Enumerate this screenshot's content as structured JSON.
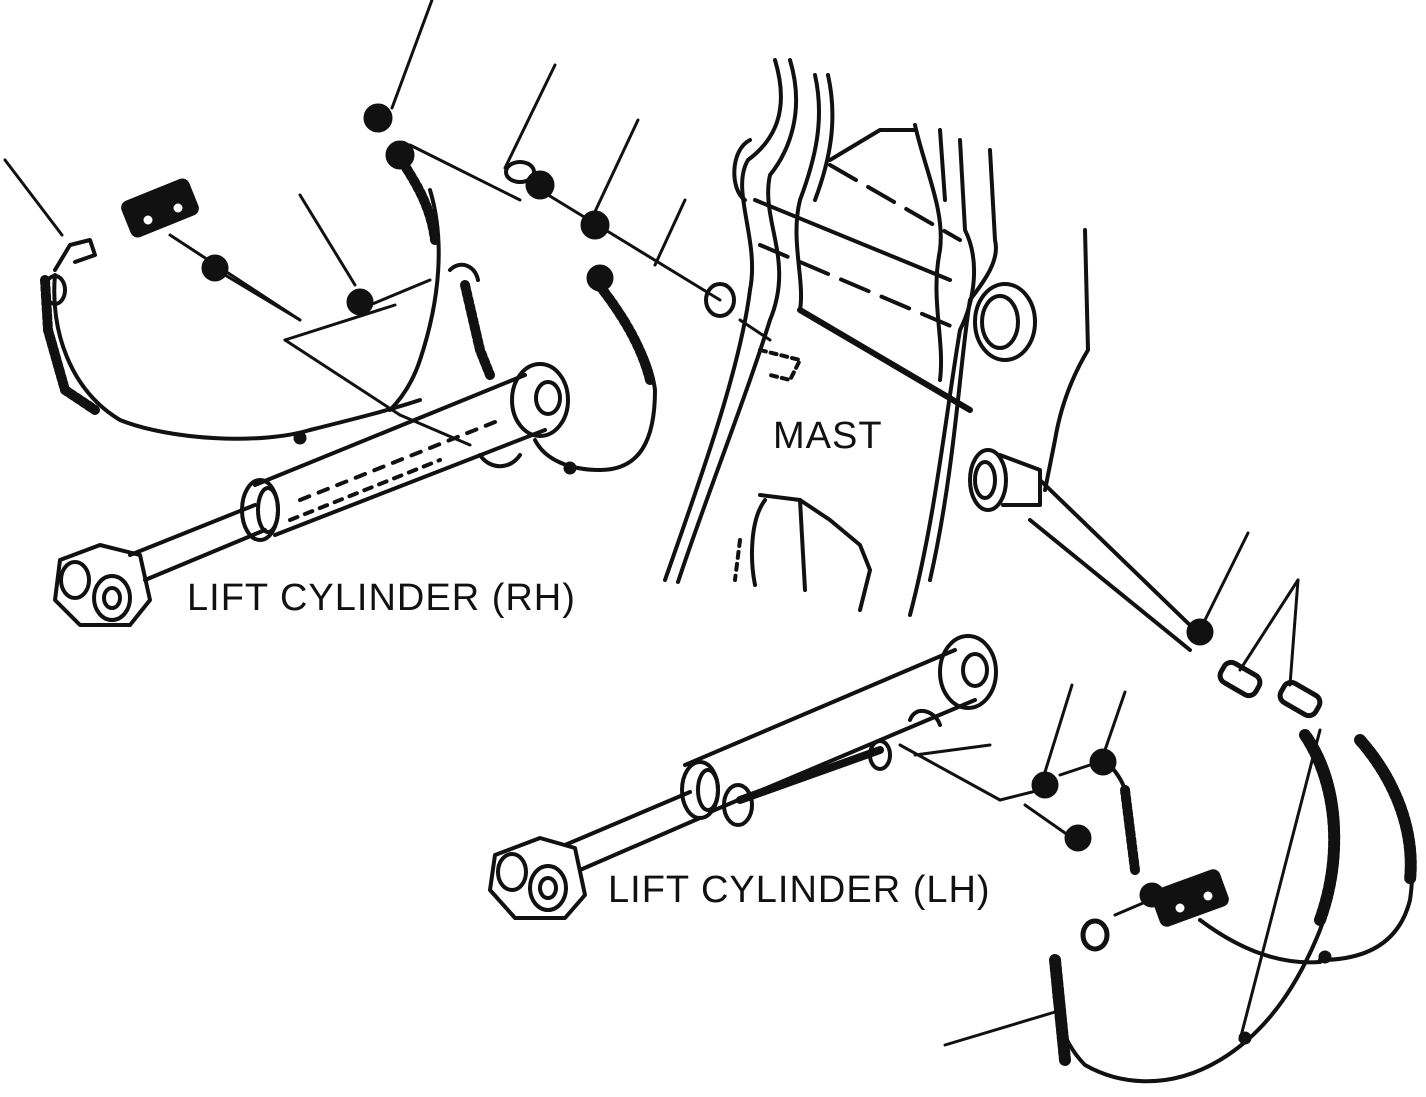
{
  "labels": {
    "mast": "MAST",
    "lift_cylinder_rh": "LIFT CYLINDER (RH)",
    "lift_cylinder_lh": "LIFT CYLINDER (LH)"
  },
  "colors": {
    "ink": "#111111",
    "background": "#ffffff"
  }
}
